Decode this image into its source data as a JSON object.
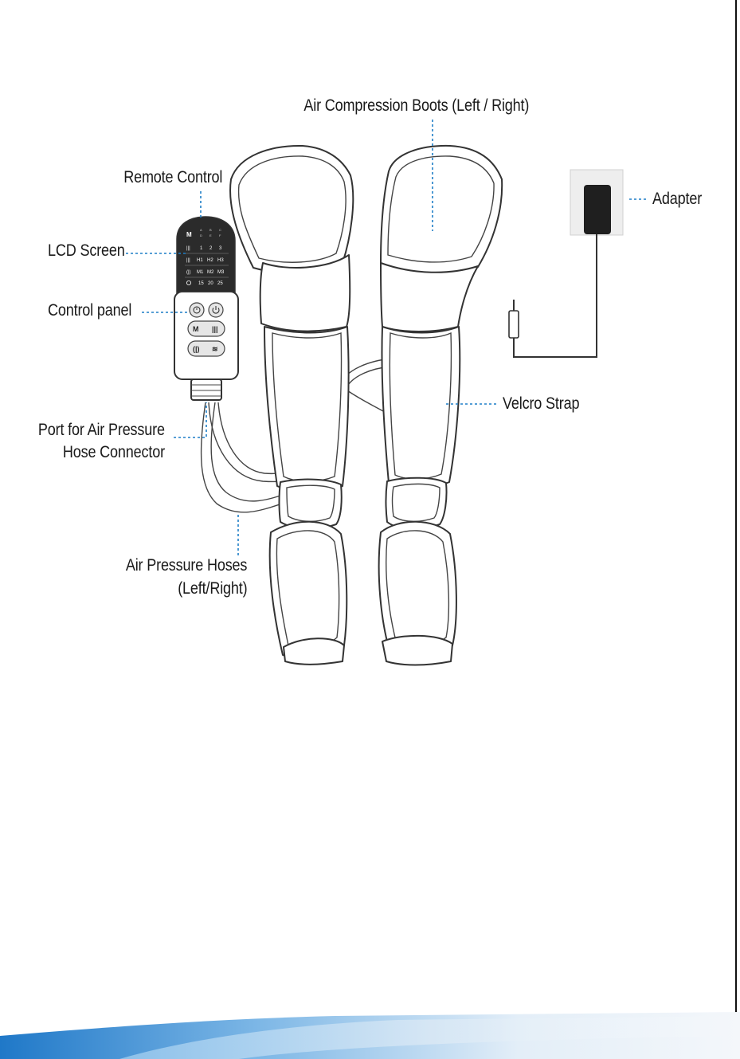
{
  "labels": {
    "boots": "Air Compression Boots (Left / Right)",
    "remote": "Remote Control",
    "lcd": "LCD Screen",
    "panel": "Control panel",
    "port_line1": "Port for Air Pressure",
    "port_line2": "Hose Connector",
    "hoses_line1": "Air Pressure Hoses",
    "hoses_line2": "(Left/Right)",
    "adapter": "Adapter",
    "velcro": "Velcro Strap"
  },
  "lcd": {
    "mode_glyph": "M",
    "mode_letters_top": [
      "A",
      "B",
      "C"
    ],
    "mode_letters_bottom": [
      "D",
      "E",
      "F"
    ],
    "intensity_values": [
      "1",
      "2",
      "3"
    ],
    "heat_values": [
      "H1",
      "H2",
      "H3"
    ],
    "massage_values": [
      "M1",
      "M2",
      "M3"
    ],
    "timer_values": [
      "15",
      "20",
      "25"
    ]
  },
  "buttons": {
    "mode": "M"
  },
  "colors": {
    "leader_line": "#1f7fc7",
    "lcd_background": "#2b2b2b",
    "footer_accent": "#3a8fd0"
  }
}
